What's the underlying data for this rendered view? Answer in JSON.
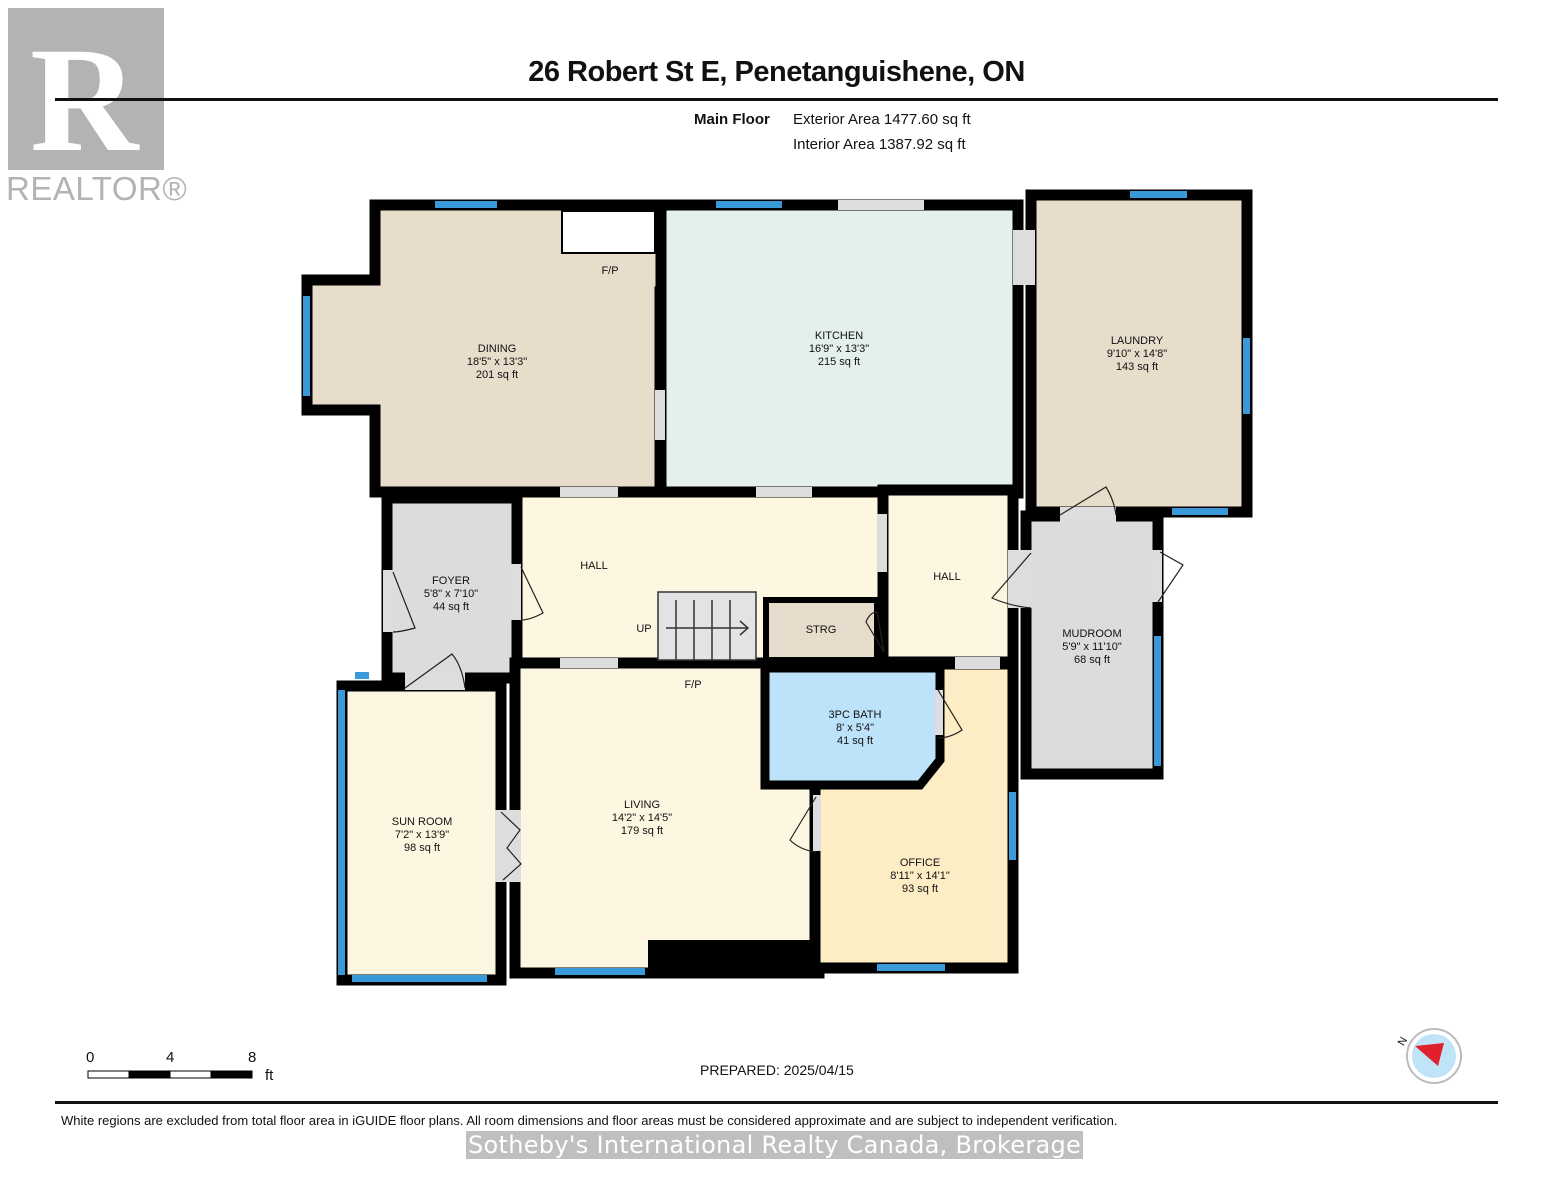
{
  "logo": {
    "letter": "R",
    "text": "REALTOR®"
  },
  "header": {
    "title": "26 Robert St E, Penetanguishene, ON",
    "floor_label": "Main Floor",
    "exterior_area": "Exterior Area 1477.60 sq ft",
    "interior_area": "Interior Area 1387.92 sq ft"
  },
  "rooms": {
    "dining": {
      "name": "DINING",
      "dims": "18'5\" x 13'3\"",
      "area": "201 sq ft",
      "color": "#e8dccb"
    },
    "kitchen": {
      "name": "KITCHEN",
      "dims": "16'9\" x 13'3\"",
      "area": "215 sq ft",
      "color": "#e3f1ea"
    },
    "laundry": {
      "name": "LAUNDRY",
      "dims": "9'10\" x 14'8\"",
      "area": "143 sq ft",
      "color": "#e8dccb"
    },
    "foyer": {
      "name": "FOYER",
      "dims": "5'8\" x 7'10\"",
      "area": "44 sq ft",
      "color": "#dcdcdc"
    },
    "hall_1": {
      "name": "HALL",
      "color": "#fdf7e2"
    },
    "hall_2": {
      "name": "HALL",
      "color": "#fdf7e2"
    },
    "storage": {
      "name": "STRG",
      "color": "#e6dccb"
    },
    "mudroom": {
      "name": "MUDROOM",
      "dims": "5'9\" x 11'10\"",
      "area": "68 sq ft",
      "color": "#dcdcdc"
    },
    "bath": {
      "name": "3PC BATH",
      "dims": "8' x 5'4\"",
      "area": "41 sq ft",
      "color": "#bde3fb"
    },
    "sunroom": {
      "name": "SUN ROOM",
      "dims": "7'2\" x 13'9\"",
      "area": "98 sq ft",
      "color": "#fdf7e2"
    },
    "living": {
      "name": "LIVING",
      "dims": "14'2\" x 14'5\"",
      "area": "179 sq ft",
      "color": "#fdf7e2"
    },
    "office": {
      "name": "OFFICE",
      "dims": "8'11\" x 14'1\"",
      "area": "93 sq ft",
      "color": "#fdedc5"
    }
  },
  "annotations": {
    "fireplace_1": "F/P",
    "fireplace_2": "F/P",
    "stairs": "UP"
  },
  "colors": {
    "wall": "#000000",
    "window": "#3a9ad9",
    "door_opening": "#dddddd"
  },
  "scale": {
    "ticks": [
      "0",
      "4",
      "8"
    ],
    "unit": "ft"
  },
  "compass": {
    "label": "N"
  },
  "footer": {
    "prepared": "PREPARED: 2025/04/15",
    "disclaimer": "White regions are excluded from total floor area in iGUIDE floor plans. All room dimensions and floor areas must be considered approximate and are subject to independent verification.",
    "watermark": "Sotheby's International Realty Canada, Brokerage"
  }
}
